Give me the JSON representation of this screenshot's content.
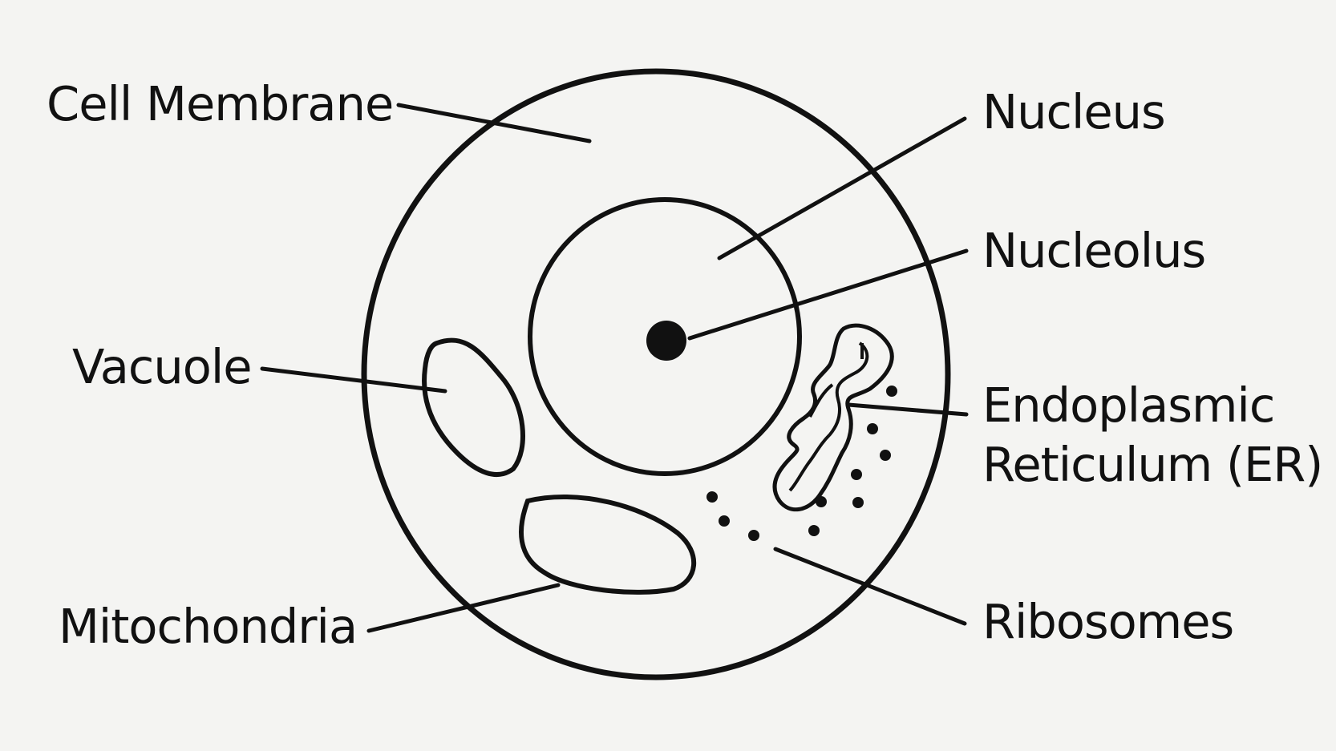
{
  "diagram": {
    "labels": {
      "cell_membrane": "Cell Membrane",
      "vacuole": "Vacuole",
      "mitochondria": "Mitochondria",
      "nucleus": "Nucleus",
      "nucleolus": "Nucleolus",
      "er_line1": "Endoplasmic",
      "er_line2": "Reticulum (ER)",
      "ribosomes": "Ribosomes"
    },
    "colors": {
      "background": "#f4f4f2",
      "ink": "#111111"
    }
  }
}
